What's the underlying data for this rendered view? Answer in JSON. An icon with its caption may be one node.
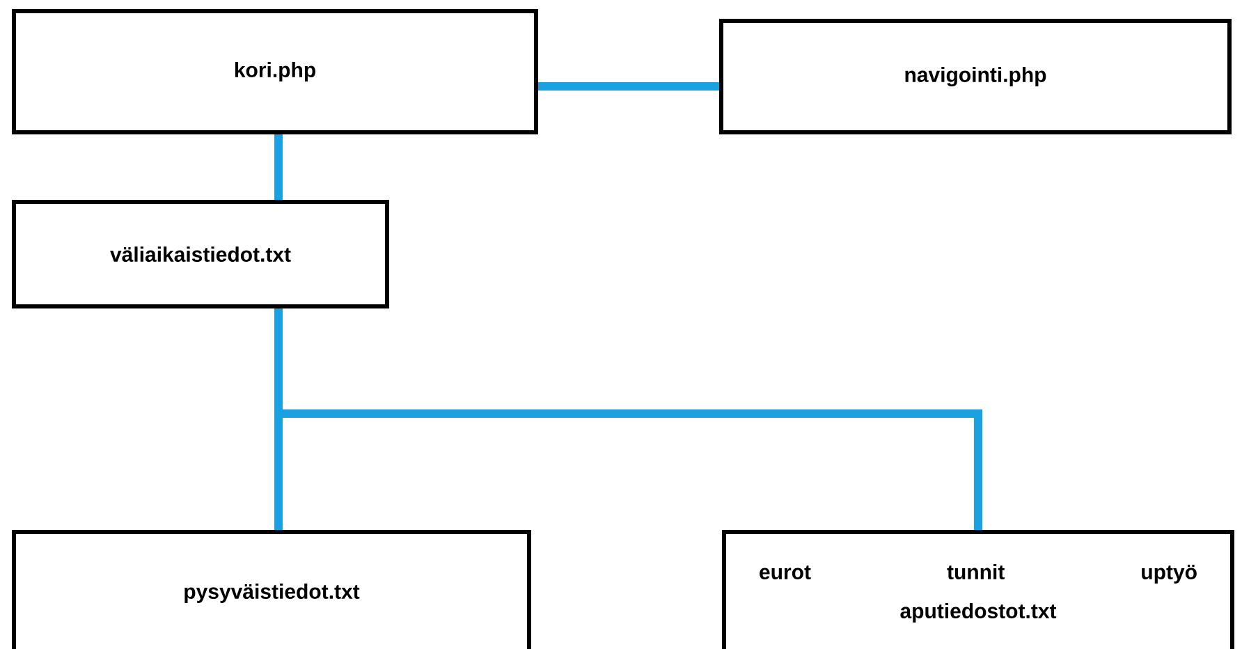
{
  "diagram": {
    "nodes": [
      {
        "text": [
          "kori.php"
        ]
      },
      {
        "text": [
          "navigointi.php"
        ]
      },
      {
        "text": [
          "väliaikaistiedot.txt"
        ]
      },
      {
        "text": [
          "pysyväistiedot.txt"
        ]
      },
      {
        "text": [
          "eurot",
          "tunnit",
          "uptyö",
          "aputiedostot.txt"
        ]
      }
    ],
    "edges": [
      {
        "from": 0,
        "to": 1,
        "arrow": "none"
      },
      {
        "from": 0,
        "to": 2,
        "arrow": "none"
      },
      {
        "from": 2,
        "to": 3,
        "arrow": "none"
      },
      {
        "from": 2,
        "to": 4,
        "arrow": "none"
      }
    ]
  }
}
